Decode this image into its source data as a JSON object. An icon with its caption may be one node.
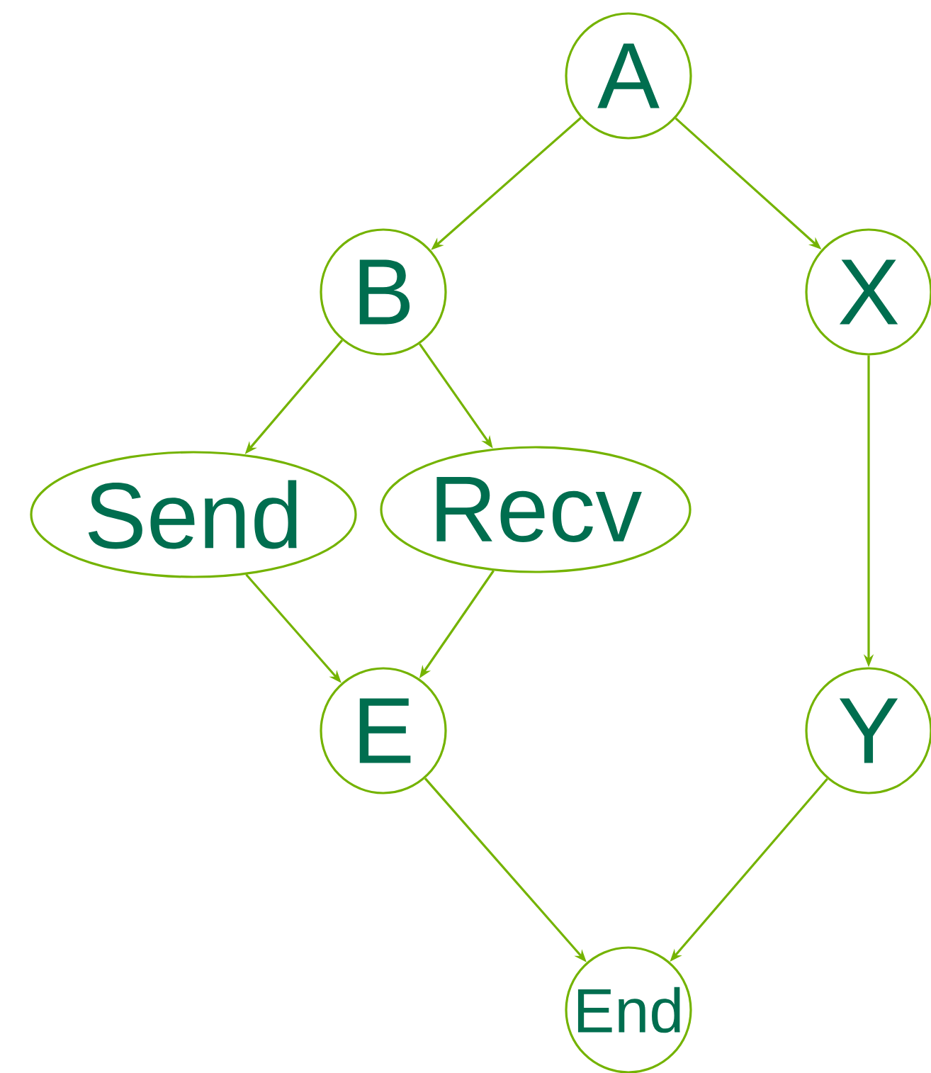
{
  "diagram": {
    "nodes": [
      {
        "text": [
          "A"
        ]
      },
      {
        "text": [
          "B"
        ]
      },
      {
        "text": [
          "X"
        ]
      },
      {
        "text": [
          "Send"
        ]
      },
      {
        "text": [
          "Recv"
        ]
      },
      {
        "text": [
          "E"
        ]
      },
      {
        "text": [
          "Y"
        ]
      },
      {
        "text": [
          "End"
        ]
      }
    ],
    "edges": [
      {
        "from": 0,
        "to": 1,
        "arrow": "to"
      },
      {
        "from": 0,
        "to": 2,
        "arrow": "to"
      },
      {
        "from": 1,
        "to": 3,
        "arrow": "to"
      },
      {
        "from": 1,
        "to": 4,
        "arrow": "to"
      },
      {
        "from": 2,
        "to": 6,
        "arrow": "to"
      },
      {
        "from": 3,
        "to": 5,
        "arrow": "to"
      },
      {
        "from": 4,
        "to": 5,
        "arrow": "to"
      },
      {
        "from": 5,
        "to": 7,
        "arrow": "to"
      },
      {
        "from": 6,
        "to": 7,
        "arrow": "to"
      }
    ]
  }
}
